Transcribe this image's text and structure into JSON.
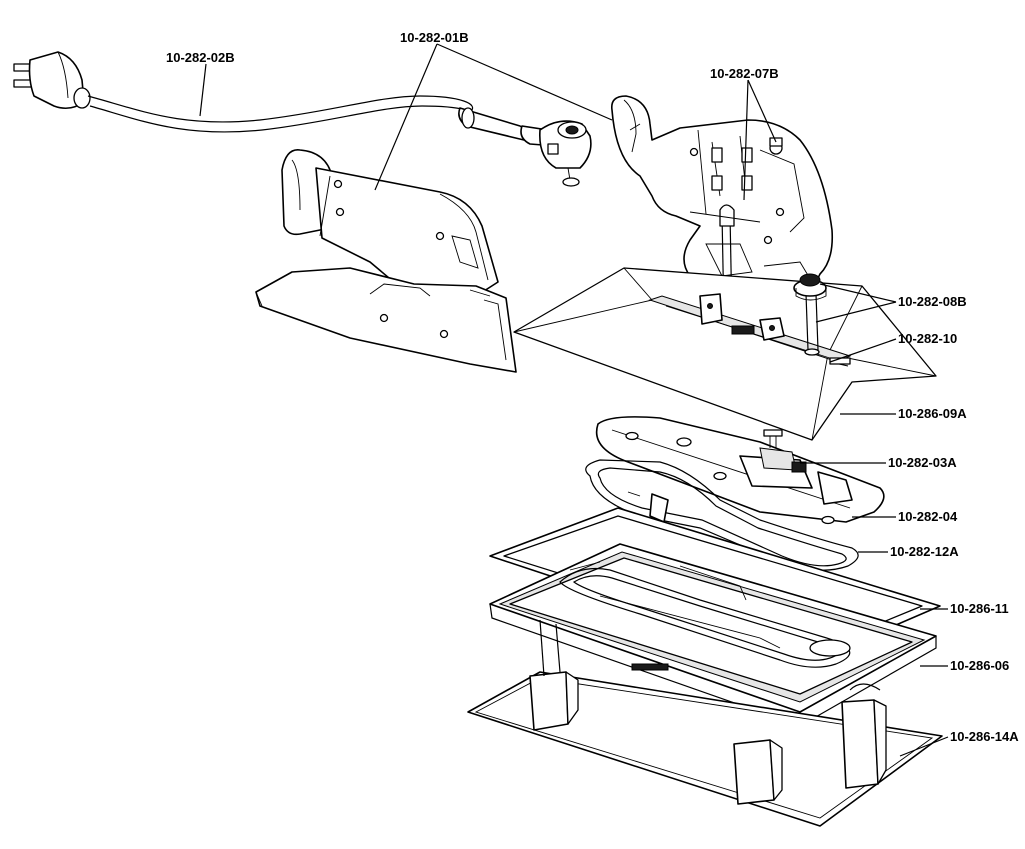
{
  "diagram": {
    "part_labels": [
      {
        "id": "cord",
        "text": "10-282-02B"
      },
      {
        "id": "handle",
        "text": "10-282-01B"
      },
      {
        "id": "handle-covers",
        "text": "10-282-07B"
      },
      {
        "id": "thermostat-knob",
        "text": "10-282-08B"
      },
      {
        "id": "bracket",
        "text": "10-282-10"
      },
      {
        "id": "shroud",
        "text": "10-286-09A"
      },
      {
        "id": "thermostat",
        "text": "10-282-03A"
      },
      {
        "id": "retainer-plate",
        "text": "10-282-04"
      },
      {
        "id": "heating-element",
        "text": "10-282-12A"
      },
      {
        "id": "gasket",
        "text": "10-286-11"
      },
      {
        "id": "soleplate",
        "text": "10-286-06"
      },
      {
        "id": "stand",
        "text": "10-286-14A"
      }
    ]
  }
}
